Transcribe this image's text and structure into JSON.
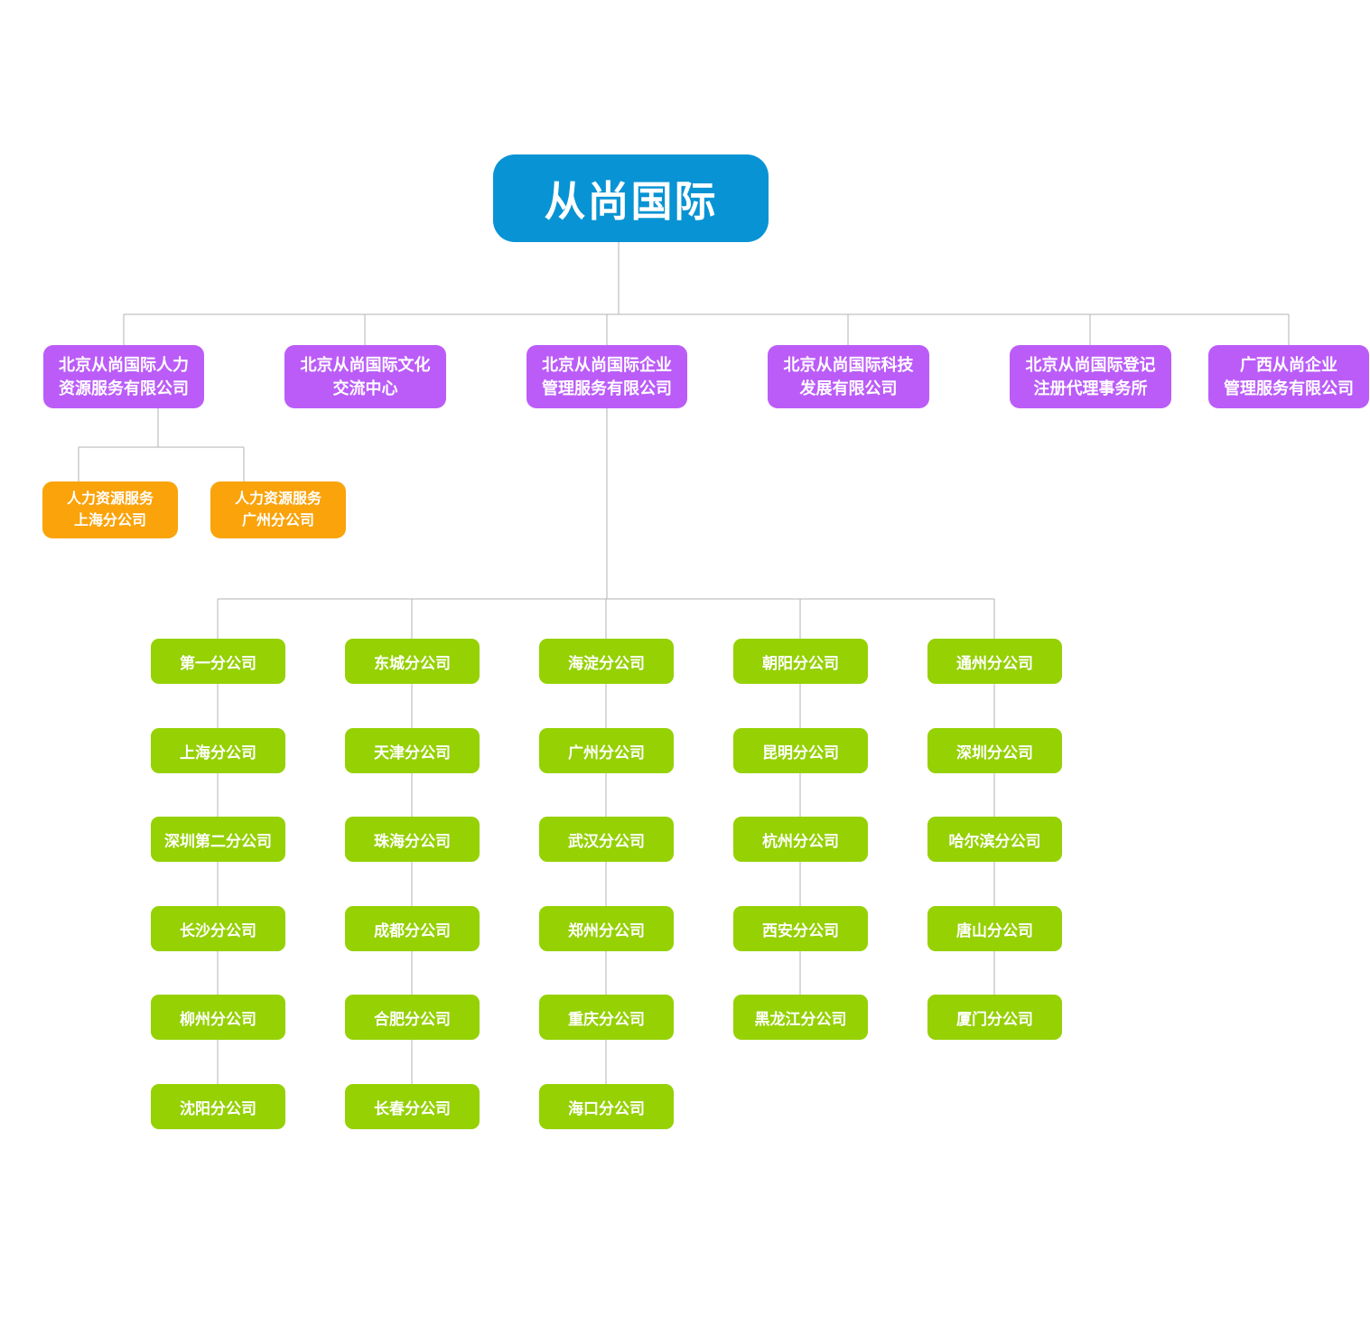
{
  "colors": {
    "root_bg": "#0893d4",
    "level2_bg": "#bb5cf8",
    "hr_bg": "#faa30b",
    "branch_bg": "#95d103",
    "connector": "#b3b3b3",
    "text": "#ffffff"
  },
  "org": {
    "root": {
      "label": "从尚国际"
    },
    "level2": [
      {
        "label": "北京从尚国际人力\n资源服务有限公司"
      },
      {
        "label": "北京从尚国际文化\n交流中心"
      },
      {
        "label": "北京从尚国际企业\n管理服务有限公司"
      },
      {
        "label": "北京从尚国际科技\n发展有限公司"
      },
      {
        "label": "北京从尚国际登记\n注册代理事务所"
      },
      {
        "label": "广西从尚企业\n管理服务有限公司"
      }
    ],
    "hr_branches": [
      {
        "label": "人力资源服务\n上海分公司"
      },
      {
        "label": "人力资源服务\n广州分公司"
      }
    ],
    "branch_columns": [
      {
        "items": [
          "第一分公司",
          "上海分公司",
          "深圳第二分公司",
          "长沙分公司",
          "柳州分公司",
          "沈阳分公司"
        ]
      },
      {
        "items": [
          "东城分公司",
          "天津分公司",
          "珠海分公司",
          "成都分公司",
          "合肥分公司",
          "长春分公司"
        ]
      },
      {
        "items": [
          "海淀分公司",
          "广州分公司",
          "武汉分公司",
          "郑州分公司",
          "重庆分公司",
          "海口分公司"
        ]
      },
      {
        "items": [
          "朝阳分公司",
          "昆明分公司",
          "杭州分公司",
          "西安分公司",
          "黑龙江分公司"
        ]
      },
      {
        "items": [
          "通州分公司",
          "深圳分公司",
          "哈尔滨分公司",
          "唐山分公司",
          "厦门分公司"
        ]
      }
    ]
  }
}
